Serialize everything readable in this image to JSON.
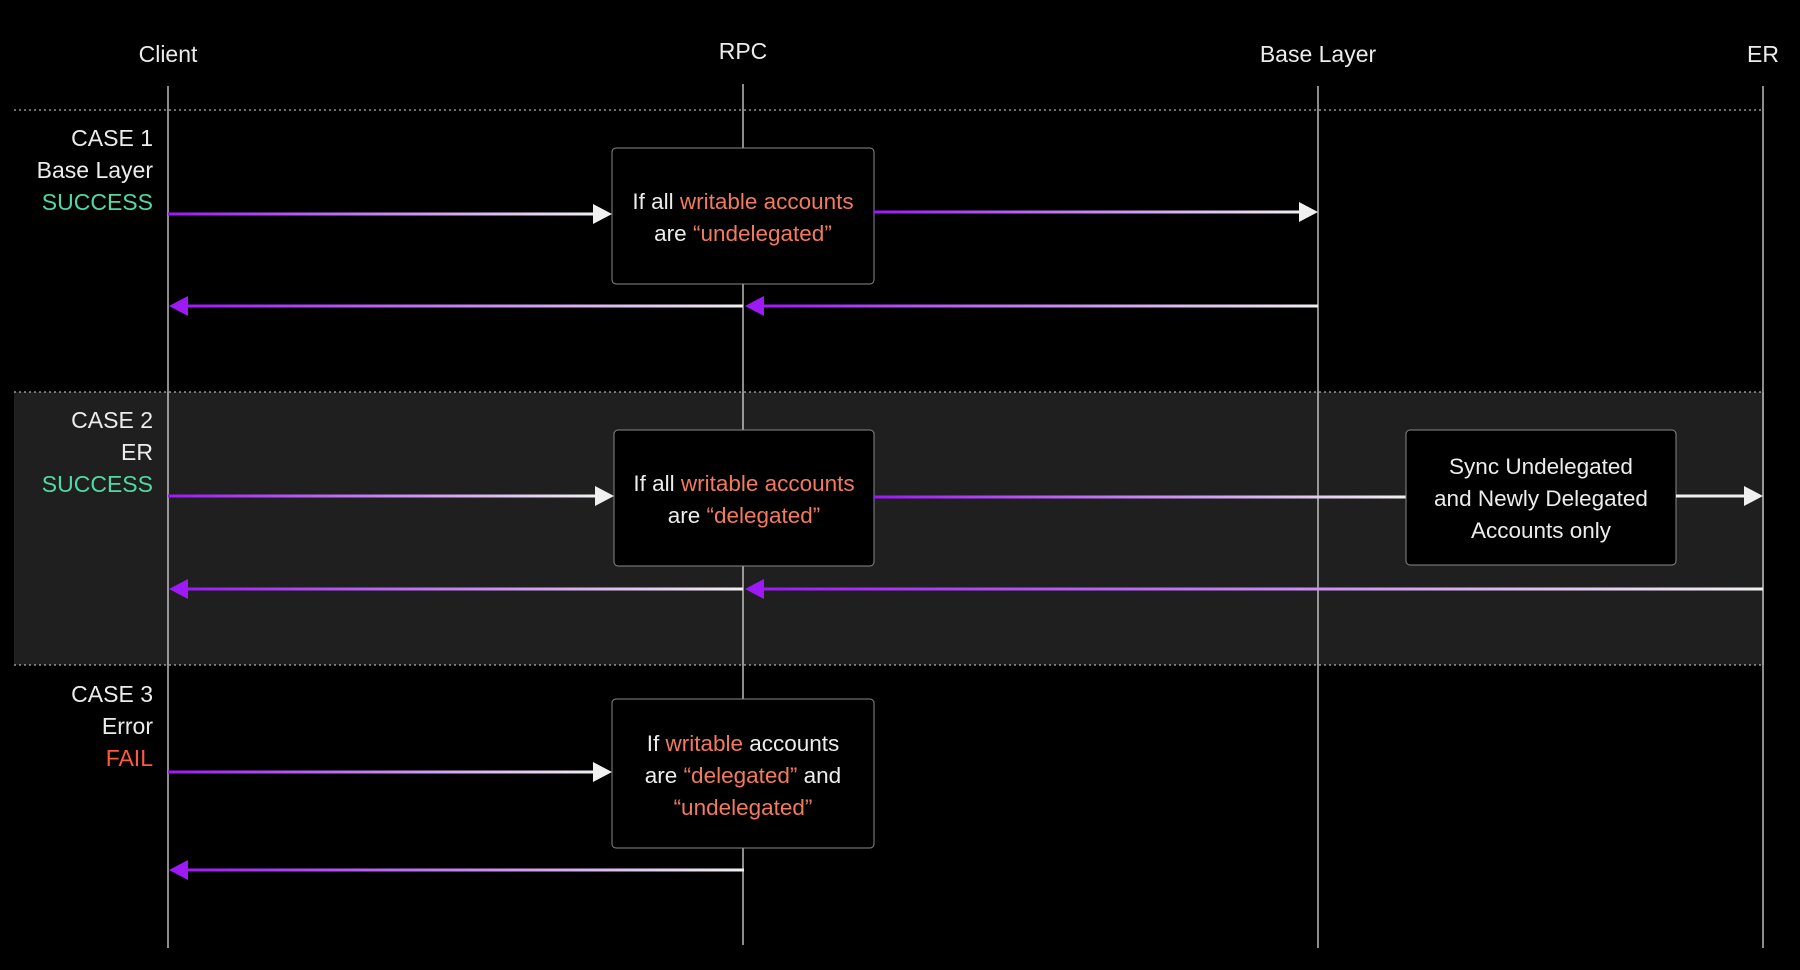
{
  "colors": {
    "background": "#000000",
    "case2_band": "#1f1f1f",
    "text": "#ececec",
    "highlight": "#f27a5e",
    "success": "#4fd9a4",
    "fail": "#ff5a3c",
    "arrow_purple": "#9d19f5",
    "arrow_light": "#f0f0f0"
  },
  "lifelines": {
    "client": "Client",
    "rpc": "RPC",
    "base_layer": "Base Layer",
    "er": "ER"
  },
  "cases": [
    {
      "title": "CASE 1",
      "target": "Base Layer",
      "result": "SUCCESS",
      "result_type": "success",
      "condition": {
        "line1": {
          "pre": "If all ",
          "hl": "writable accounts"
        },
        "line2": {
          "pre": "are ",
          "hl": "“undelegated”"
        }
      }
    },
    {
      "title": "CASE 2",
      "target": "ER",
      "result": "SUCCESS",
      "result_type": "success",
      "condition": {
        "line1": {
          "pre": "If all ",
          "hl": "writable accounts"
        },
        "line2": {
          "pre": "are ",
          "hl": "“delegated”"
        }
      },
      "sync_note": {
        "line1": "Sync Undelegated",
        "line2": "and Newly Delegated",
        "line3": "Accounts only"
      }
    },
    {
      "title": "CASE 3",
      "target": "Error",
      "result": "FAIL",
      "result_type": "fail",
      "condition": {
        "line1": {
          "pre": "If ",
          "hl": "writable",
          "post": " accounts"
        },
        "line2": {
          "pre": "are ",
          "hl": "“delegated”",
          "post": " and"
        },
        "line3": {
          "hl": "“undelegated”"
        }
      }
    }
  ]
}
